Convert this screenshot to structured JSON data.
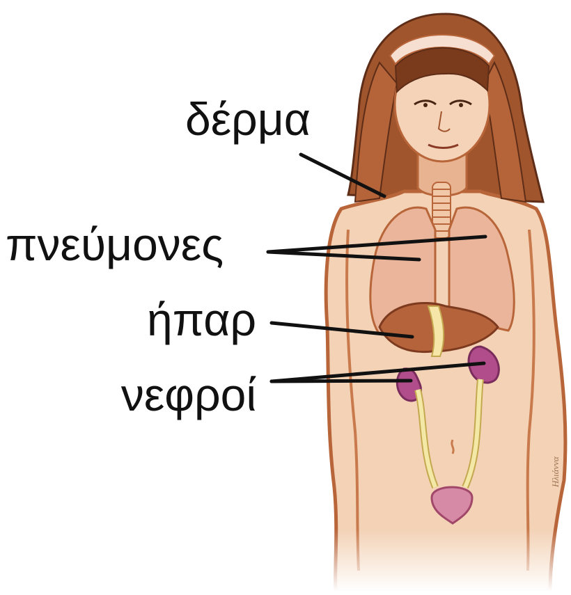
{
  "labels": {
    "skin": "δέρμα",
    "lungs": "πνεύμονες",
    "liver": "ήπαρ",
    "kidneys": "νεφροί"
  },
  "signature": "Ηλιάννα",
  "colors": {
    "skin": "#d98c5f",
    "skin_light": "#f1c9a8",
    "hair": "#a0552d",
    "hair_dark": "#5e2d17",
    "lungs": "#eab59a",
    "liver": "#b5633a",
    "kidneys": "#b04d8a",
    "ureters": "#f4e8a6",
    "bladder": "#d78aa5",
    "leader_lines": "#111111"
  }
}
